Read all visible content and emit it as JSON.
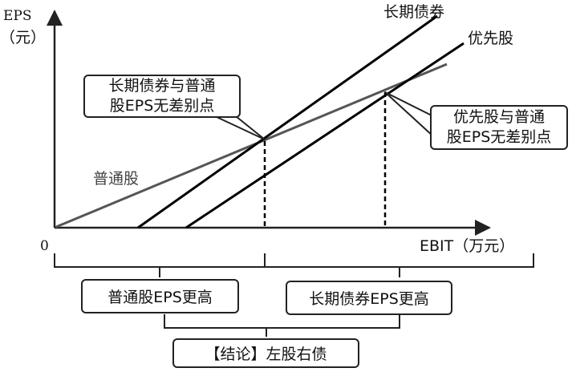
{
  "colors": {
    "line_dark": "#000000",
    "line_gray": "#555555",
    "axis": "#222222"
  },
  "axes": {
    "y_label_top": "EPS",
    "y_label_bottom": "（元）",
    "origin": "0",
    "x_label": "EBIT（万元）"
  },
  "lines": {
    "bond": "长期债券",
    "preferred": "优先股",
    "common": "普通股"
  },
  "callouts": {
    "bond_common": [
      "长期债券与普通",
      "股EPS无差别点"
    ],
    "preferred_common": [
      "优先股与普通",
      "股EPS无差别点"
    ]
  },
  "regions": {
    "left": "普通股EPS更高",
    "right": "长期债券EPS更高"
  },
  "conclusion": "【结论】左股右债"
}
